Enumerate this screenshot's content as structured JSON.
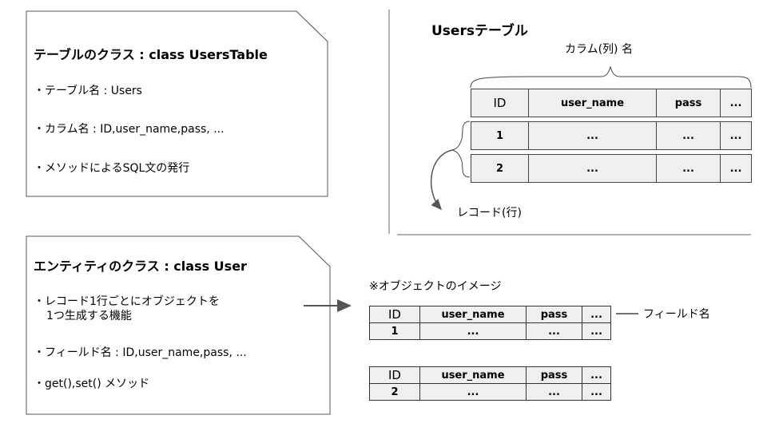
{
  "class_table": {
    "title": "テーブルのクラス : class UsersTable",
    "items": [
      "・テーブル名 : Users",
      "・カラム名 : ID,user_name,pass, ...",
      "・メソッドによるSQL文の発行"
    ]
  },
  "class_entity": {
    "title": "エンティティのクラス : class User",
    "item1_line1": "・レコード1行ごとにオブジェクトを",
    "item1_line2": "1つ生成する機能",
    "item2": "・フィールド名 : ID,user_name,pass, ...",
    "item3": "・get(),set() メソッド"
  },
  "users_table": {
    "heading": "Usersテーブル",
    "column_label": "カラム(列) 名",
    "record_label": "レコード(行)",
    "header": [
      "ID",
      "user_name",
      "pass",
      "..."
    ],
    "rows": [
      [
        "1",
        "...",
        "...",
        "..."
      ],
      [
        "2",
        "...",
        "...",
        "..."
      ]
    ]
  },
  "object_image": {
    "heading": "※オブジェクトのイメージ",
    "field_label": "フィールド名",
    "objects": [
      {
        "header": [
          "ID",
          "user_name",
          "pass",
          "..."
        ],
        "row": [
          "1",
          "...",
          "...",
          "..."
        ]
      },
      {
        "header": [
          "ID",
          "user_name",
          "pass",
          "..."
        ],
        "row": [
          "2",
          "...",
          "...",
          "..."
        ]
      }
    ]
  },
  "colors": {
    "border": "#333333",
    "cell_fill": "#efefef",
    "line": "#555555"
  }
}
